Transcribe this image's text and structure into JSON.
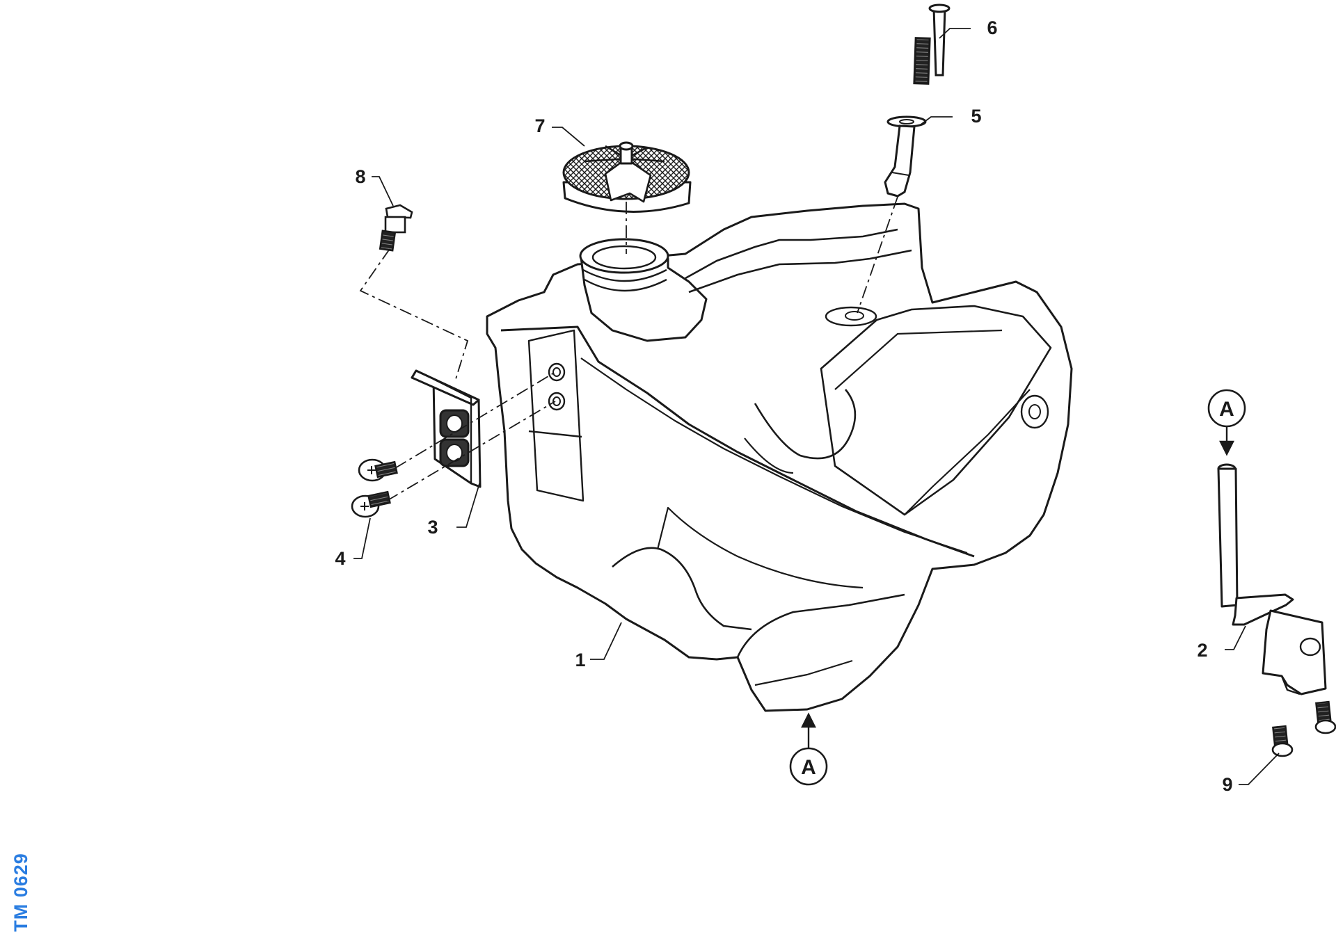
{
  "callouts": {
    "c1": "1",
    "c2": "2",
    "c3": "3",
    "c4": "4",
    "c5": "5",
    "c6": "6",
    "c7": "7",
    "c8": "8",
    "c9": "9"
  },
  "detail_marks": {
    "view_a_bottom": "A",
    "view_a_detail": "A"
  },
  "drawing_code": "TM 0629",
  "colors": {
    "line": "#1a1a1a",
    "code": "#2a7de1",
    "background": "#ffffff"
  }
}
